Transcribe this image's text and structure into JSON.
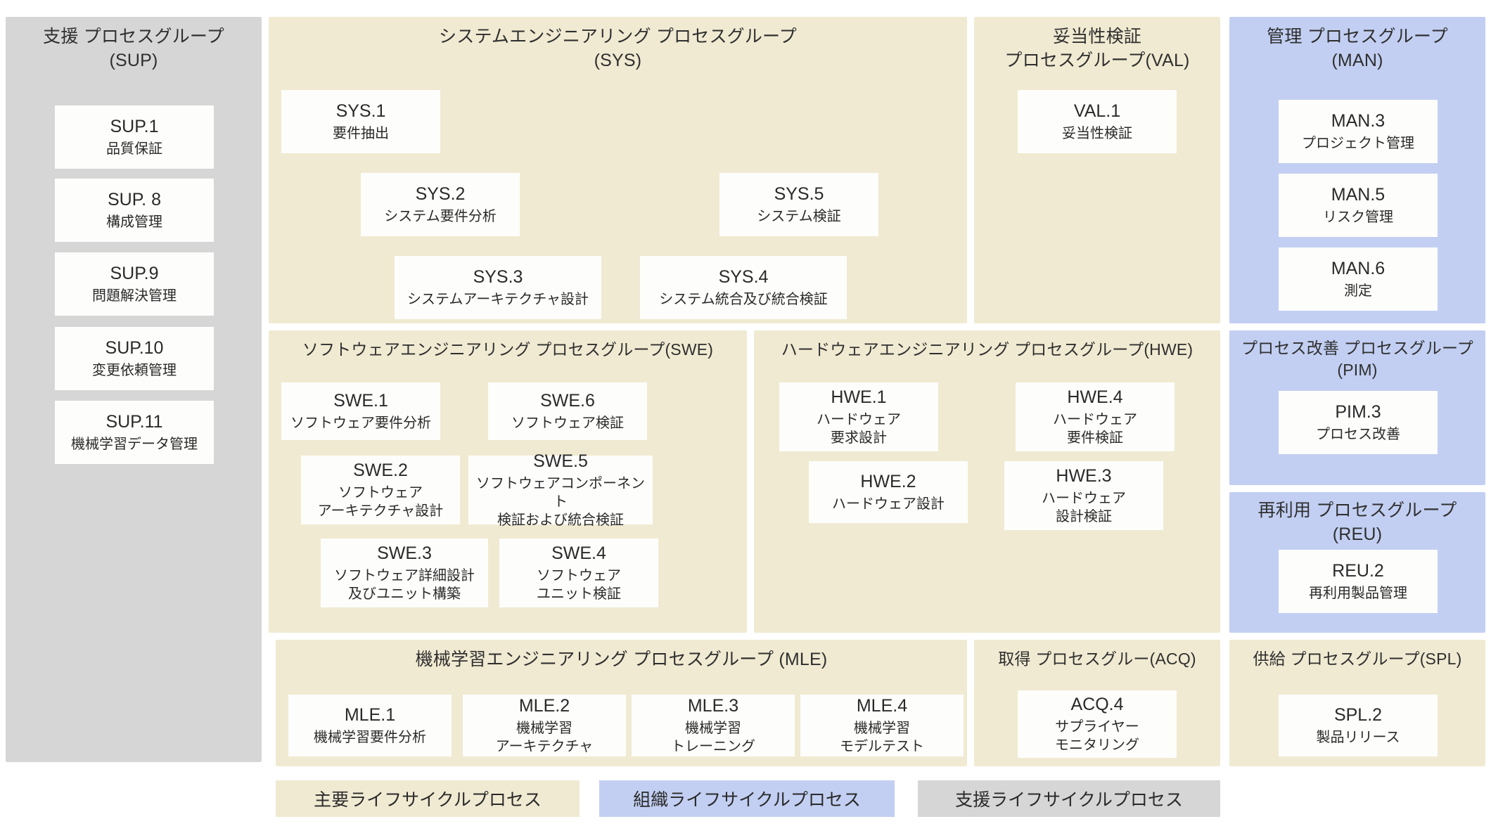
{
  "colors": {
    "primary_lifecycle": "#f0ead2",
    "organizational_lifecycle": "#c2cff2",
    "supporting_lifecycle": "#d6d6d6",
    "box_fill": "#fdfdfb",
    "text": "#2a2a2a",
    "page_background": "#ffffff"
  },
  "groups": {
    "sup": {
      "title": "支援 プロセスグループ\n(SUP)",
      "category": "supporting_lifecycle",
      "processes": [
        {
          "code": "SUP.1",
          "name": "品質保証"
        },
        {
          "code": "SUP. 8",
          "name": "構成管理"
        },
        {
          "code": "SUP.9",
          "name": "問題解決管理"
        },
        {
          "code": "SUP.10",
          "name": "変更依頼管理"
        },
        {
          "code": "SUP.11",
          "name": "機械学習データ管理"
        }
      ]
    },
    "sys": {
      "title": "システムエンジニアリング プロセスグループ\n(SYS)",
      "category": "primary_lifecycle",
      "processes": [
        {
          "code": "SYS.1",
          "name": "要件抽出"
        },
        {
          "code": "SYS.2",
          "name": "システム要件分析"
        },
        {
          "code": "SYS.3",
          "name": "システムアーキテクチャ設計"
        },
        {
          "code": "SYS.4",
          "name": "システム統合及び統合検証"
        },
        {
          "code": "SYS.5",
          "name": "システム検証"
        }
      ]
    },
    "val": {
      "title": "妥当性検証\nプロセスグループ(VAL)",
      "category": "primary_lifecycle",
      "processes": [
        {
          "code": "VAL.1",
          "name": "妥当性検証"
        }
      ]
    },
    "man": {
      "title": "管理 プロセスグループ\n(MAN)",
      "category": "organizational_lifecycle",
      "processes": [
        {
          "code": "MAN.3",
          "name": "プロジェクト管理"
        },
        {
          "code": "MAN.5",
          "name": "リスク管理"
        },
        {
          "code": "MAN.6",
          "name": "測定"
        }
      ]
    },
    "swe": {
      "title": "ソフトウェアエンジニアリング プロセスグループ(SWE)",
      "category": "primary_lifecycle",
      "processes": [
        {
          "code": "SWE.1",
          "name": "ソフトウェア要件分析"
        },
        {
          "code": "SWE.2",
          "name": "ソフトウェア\nアーキテクチャ設計"
        },
        {
          "code": "SWE.3",
          "name": "ソフトウェア詳細設計\n及びユニット構築"
        },
        {
          "code": "SWE.4",
          "name": "ソフトウェア\nユニット検証"
        },
        {
          "code": "SWE.5",
          "name": "ソフトウェアコンポーネント\n検証および統合検証"
        },
        {
          "code": "SWE.6",
          "name": "ソフトウェア検証"
        }
      ]
    },
    "hwe": {
      "title": "ハードウェアエンジニアリング プロセスグループ(HWE)",
      "category": "primary_lifecycle",
      "processes": [
        {
          "code": "HWE.1",
          "name": "ハードウェア\n要求設計"
        },
        {
          "code": "HWE.2",
          "name": "ハードウェア設計"
        },
        {
          "code": "HWE.3",
          "name": "ハードウェア\n設計検証"
        },
        {
          "code": "HWE.4",
          "name": "ハードウェア\n要件検証"
        }
      ]
    },
    "pim": {
      "title": "プロセス改善 プロセスグループ\n(PIM)",
      "category": "organizational_lifecycle",
      "processes": [
        {
          "code": "PIM.3",
          "name": "プロセス改善"
        }
      ]
    },
    "reu": {
      "title": "再利用 プロセスグループ\n(REU)",
      "category": "organizational_lifecycle",
      "processes": [
        {
          "code": "REU.2",
          "name": "再利用製品管理"
        }
      ]
    },
    "mle": {
      "title": "機械学習エンジニアリング プロセスグループ (MLE)",
      "category": "primary_lifecycle",
      "processes": [
        {
          "code": "MLE.1",
          "name": "機械学習要件分析"
        },
        {
          "code": "MLE.2",
          "name": "機械学習\nアーキテクチャ"
        },
        {
          "code": "MLE.3",
          "name": "機械学習\nトレーニング"
        },
        {
          "code": "MLE.4",
          "name": "機械学習\nモデルテスト"
        }
      ]
    },
    "acq": {
      "title": "取得 プロセスグルー(ACQ)",
      "category": "primary_lifecycle",
      "processes": [
        {
          "code": "ACQ.4",
          "name": "サプライヤー\nモニタリング"
        }
      ]
    },
    "spl": {
      "title": "供給 プロセスグループ(SPL)",
      "category": "primary_lifecycle",
      "processes": [
        {
          "code": "SPL.2",
          "name": "製品リリース"
        }
      ]
    }
  },
  "legend": [
    {
      "label": "主要ライフサイクルプロセス",
      "category": "primary_lifecycle"
    },
    {
      "label": "組織ライフサイクルプロセス",
      "category": "organizational_lifecycle"
    },
    {
      "label": "支援ライフサイクルプロセス",
      "category": "supporting_lifecycle"
    }
  ]
}
